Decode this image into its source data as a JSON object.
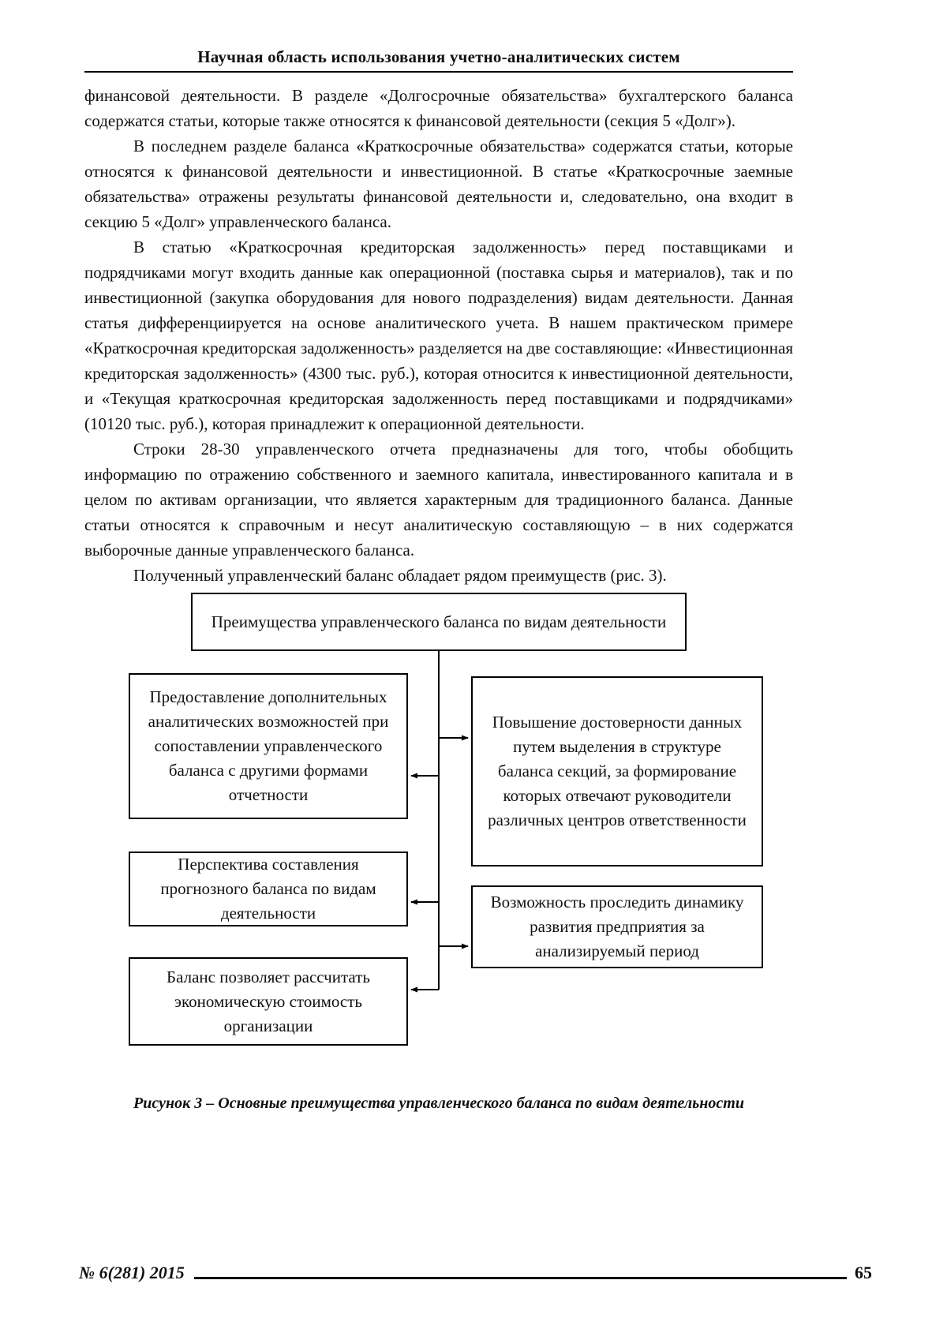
{
  "header": {
    "title": "Научная область использования учетно-аналитических систем"
  },
  "paragraphs": [
    {
      "indent": false,
      "text": "финансовой деятельности. В разделе «Долгосрочные обязательства» бухгалтерского баланса содержатся статьи, которые также относятся к финансовой деятельности (секция 5 «Долг»)."
    },
    {
      "indent": true,
      "text": "В последнем разделе баланса «Краткосрочные обязательства» содержатся статьи, которые относятся к финансовой деятельности и инвестиционной. В статье «Краткосрочные заемные обязательства» отражены результаты финансовой деятельности и, следовательно, она входит в секцию 5 «Долг» управленческого баланса."
    },
    {
      "indent": true,
      "text": "В статью «Краткосрочная кредиторская задолженность» перед поставщиками и подрядчиками могут входить данные как операционной (поставка сырья и материалов), так и по инвестиционной (закупка оборудования для нового подразделения) видам деятельности. Данная статья дифференциируется на основе аналитического учета. В нашем практическом примере «Краткосрочная кредиторская задолженность» разделяется на две составляющие: «Инвестиционная кредиторская задолженность» (4300 тыс. руб.), которая относится к инвестиционной деятельности, и «Текущая краткосрочная кредиторская задолженность перед поставщиками и подрядчиками» (10120 тыс. руб.), которая принадлежит к операционной деятельности."
    },
    {
      "indent": true,
      "text": "Строки 28-30 управленческого отчета предназначены для того, чтобы обобщить информацию по отражению собственного и заемного капитала, инвестированного капитала и в целом по активам организации, что является характерным для традиционного баланса. Данные статьи относятся к справочным и несут аналитическую составляющую – в них содержатся выборочные данные управленческого баланса."
    },
    {
      "indent": true,
      "text": "Полученный управленческий баланс обладает рядом преимуществ (рис. 3)."
    }
  ],
  "diagram": {
    "root": "Преимущества управленческого баланса по видам деятельности",
    "left_boxes": [
      "Предоставление дополнительных аналитических возможностей при сопоставлении управленческого баланса с другими формами отчетности",
      "Перспектива составления прогнозного баланса по видам деятельности",
      "Баланс позволяет рассчитать экономическую стоимость организации"
    ],
    "right_boxes": [
      "Повышение достоверности данных путем выделения в структуре баланса секций, за формирование которых отвечают руководители различных центров ответственности",
      "Возможность проследить динамику развития предприятия за анализируемый период"
    ]
  },
  "figure_caption": "Рисунок 3 – Основные преимущества управленческого баланса по видам деятельности",
  "footer": {
    "issue": "№ 6(281) 2015",
    "page_number": "65"
  }
}
